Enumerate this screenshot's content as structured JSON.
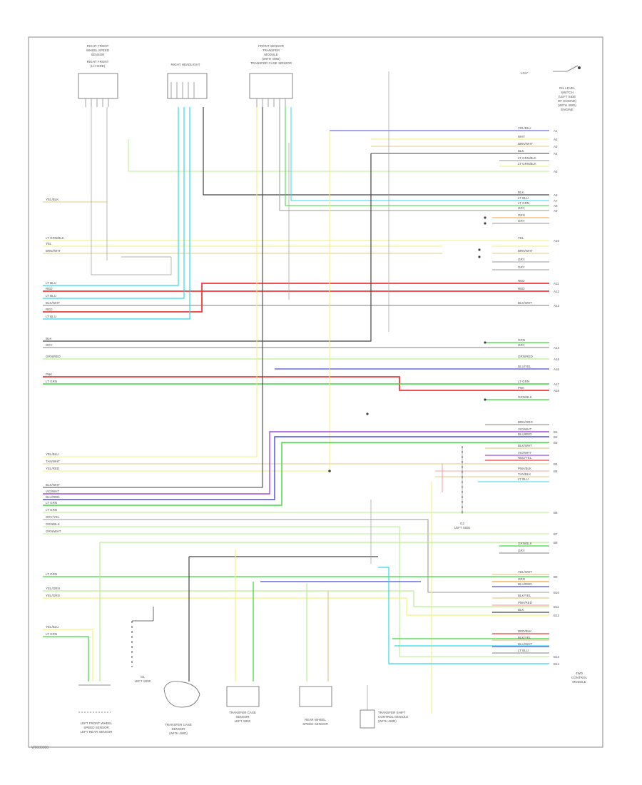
{
  "footer_code": "W0000000",
  "wire_colors": {
    "blue": "#4a4adf",
    "cyan": "#2fd8f0",
    "green": "#39d939",
    "yellow": "#f2f27a",
    "red": "#f23a3a",
    "gray": "#9a9a9a",
    "black": "#444444",
    "violet": "#a64ae0",
    "pink": "#f4a6a6",
    "light_green": "#b7ef8f",
    "tan": "#e3c98a"
  },
  "components": {
    "top_left_sensor": "RIGHT FRONT WHEEL SPEED SENSOR",
    "top_mid_connector": "RIGHT HEADLIGHT",
    "top_right_sensor": "FRONT TRANSFER CASE SENSOR",
    "top_right_switch": "OIL LEVEL SWITCH",
    "bottom_1": "LEFT FRONT WHEEL SPEED SENSOR LEFT REAR SENSOR",
    "bottom_2": "TRANSFER CASE SENSOR",
    "bottom_3": "TRANSFER CASE SENSOR LEFT SIDE",
    "bottom_4": "REAR WHEEL SPEED SENSOR",
    "bottom_5": "TRANSFER SHIFT CONTROL MODULE",
    "right_module": "4WD CONTROL MODULE",
    "mid_ground": "G1 LEFT SIDE",
    "right_ground": "G2 LEFT SIDE"
  }
}
